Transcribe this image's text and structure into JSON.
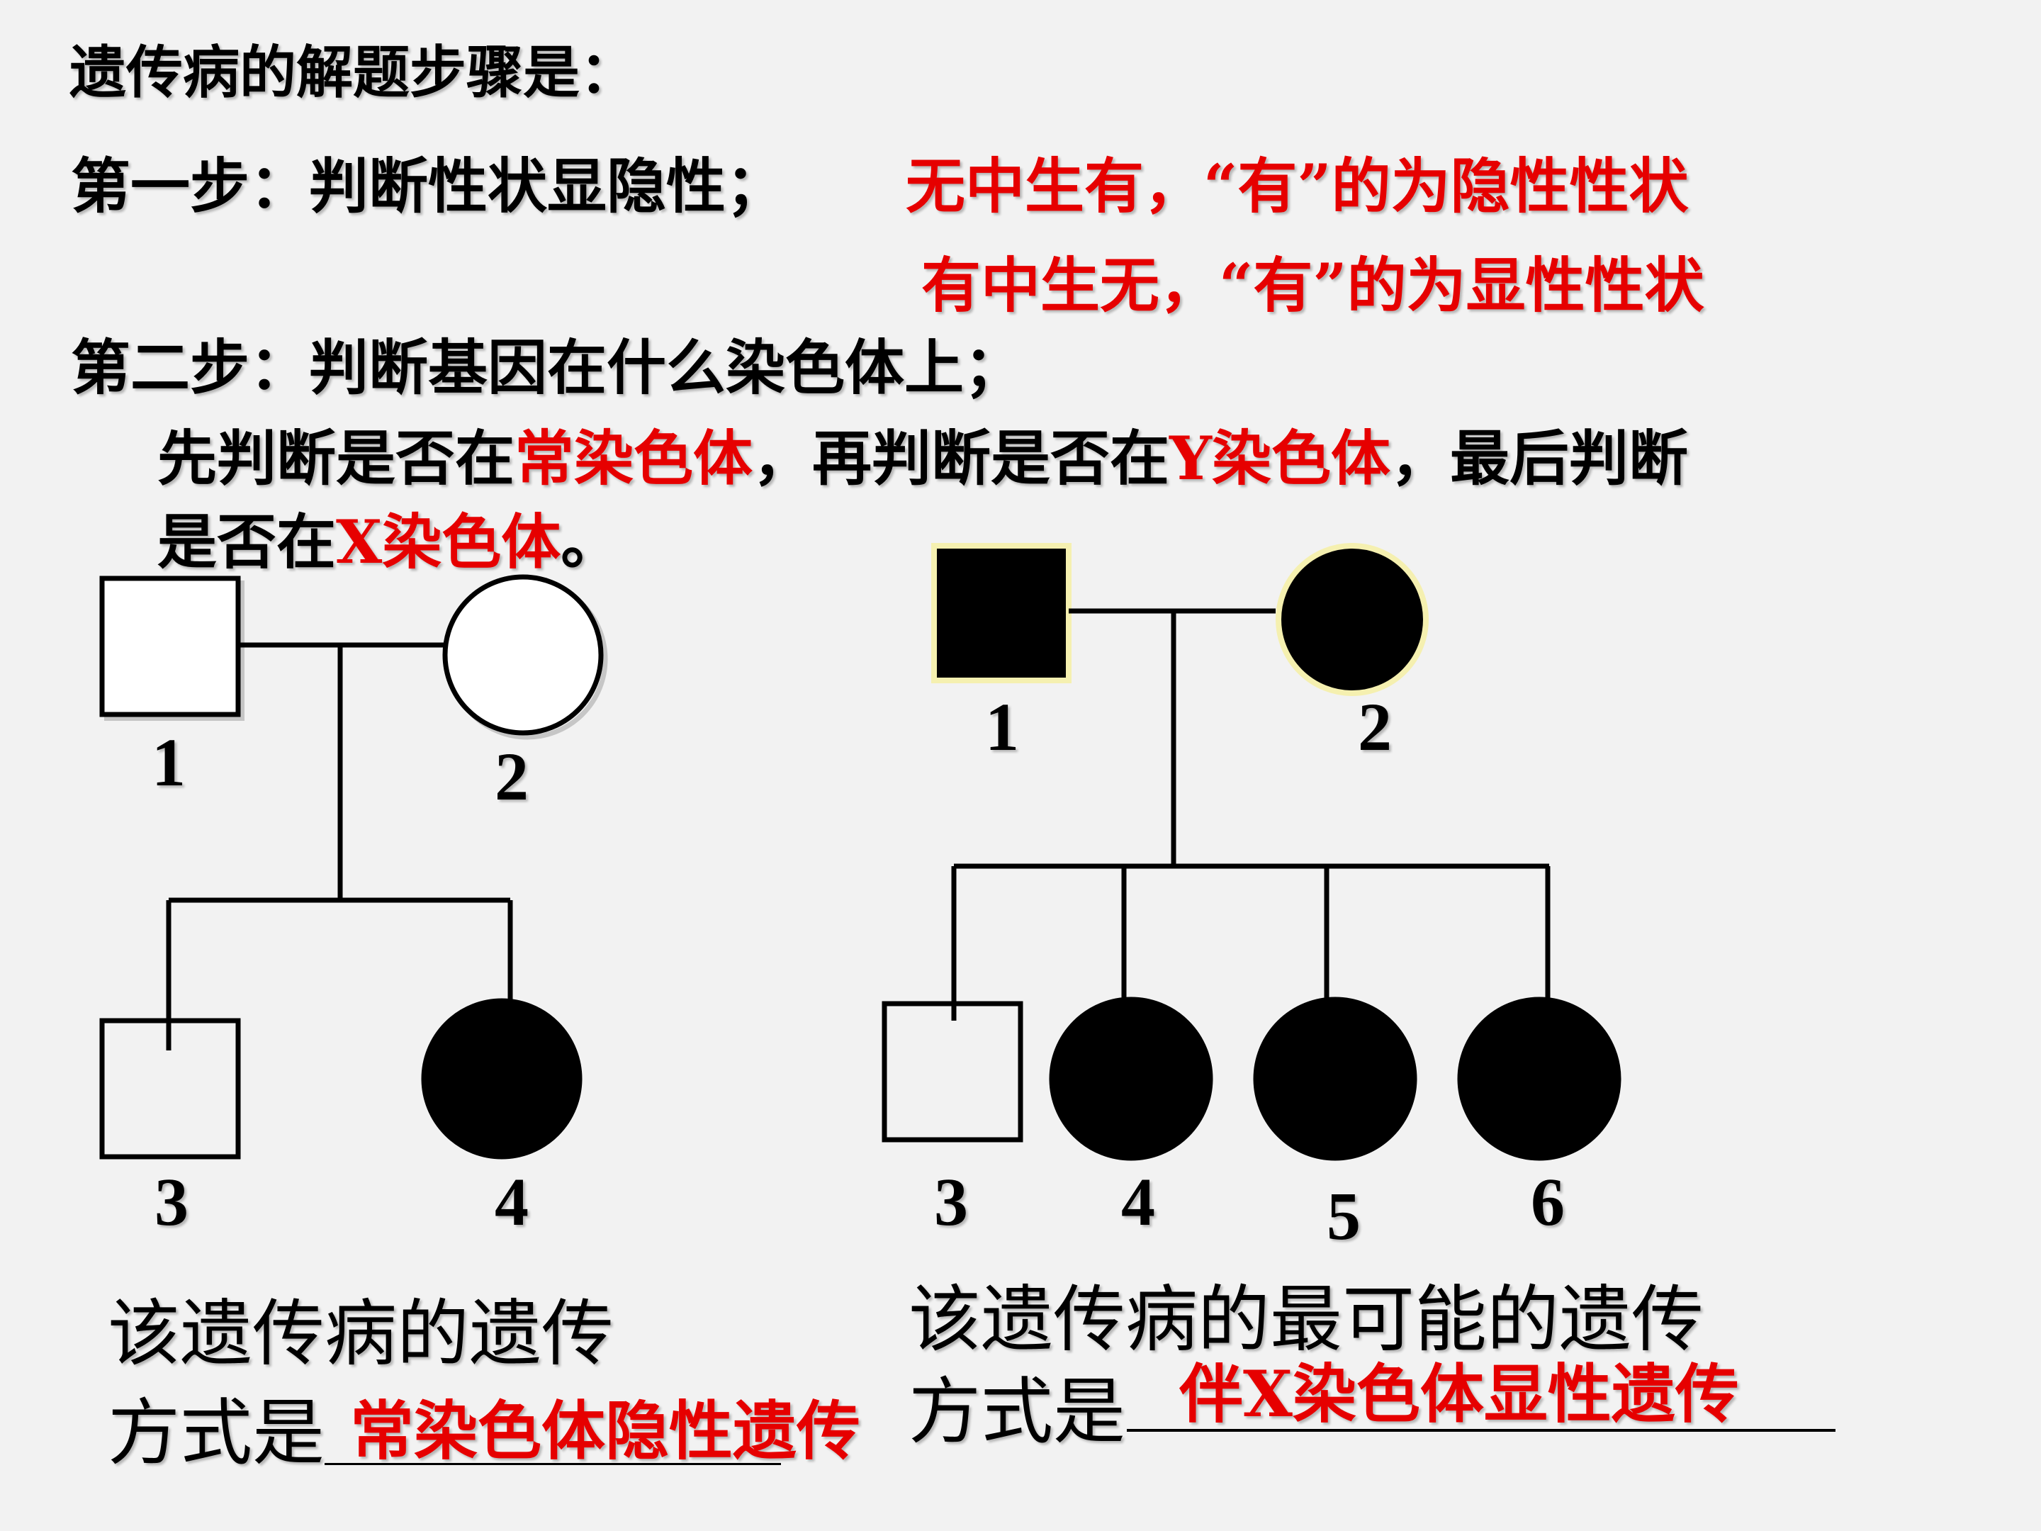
{
  "title": "遗传病的解题步骤是：",
  "step1": {
    "label": "第一步：判断性状显隐性；",
    "rule_recessive": "无中生有，“有”的为隐性性状",
    "rule_dominant": "有中生无，“有”的为显性性状"
  },
  "step2": {
    "label": "第二步：判断基因在什么染色体上；",
    "line1_a": "先判断是否在",
    "line1_b": "常染色体",
    "line1_c": "，再判断是否在",
    "line1_d": "Y染色体",
    "line1_e": "，最后判断",
    "line2_a": "是否在",
    "line2_b": "X染色体",
    "line2_c": "。"
  },
  "pedigree_left": {
    "labels": [
      "1",
      "2",
      "3",
      "4"
    ],
    "question_line1": "该遗传病的遗传",
    "question_line2": "方式是",
    "answer": "常染色体隐性遗传"
  },
  "pedigree_right": {
    "labels": [
      "1",
      "2",
      "3",
      "4",
      "5",
      "6"
    ],
    "question_line1": "该遗传病的最可能的遗传",
    "question_line2": "方式是",
    "answer": "伴X染色体显性遗传"
  },
  "colors": {
    "accent": "#e60000",
    "text": "#000000",
    "background": "#f2f2f2"
  }
}
